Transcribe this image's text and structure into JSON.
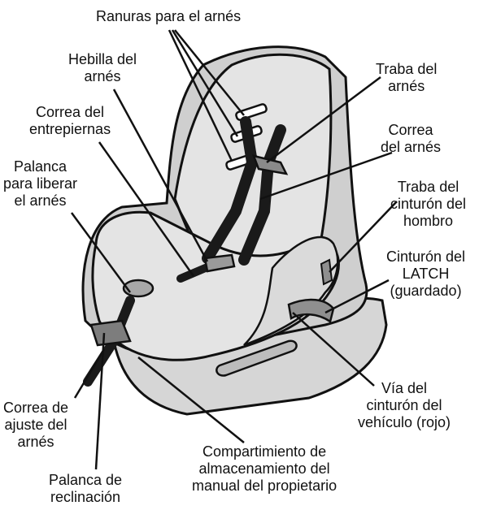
{
  "labels": {
    "harness_slots": [
      "Ranuras para el arnés"
    ],
    "harness_buckle": [
      "Hebilla del",
      "arnés"
    ],
    "crotch_strap": [
      "Correa del",
      "entrepiernas"
    ],
    "harness_release_lever": [
      "Palanca",
      "para liberar",
      "el arnés"
    ],
    "adjuster_strap": [
      "Correa de",
      "ajuste del",
      "arnés"
    ],
    "recline_lever": [
      "Palanca de",
      "reclinación"
    ],
    "manual_storage": [
      "Compartimiento de",
      "almacenamiento del",
      "manual del propietario"
    ],
    "belt_path": [
      "Vía del",
      "cinturón del",
      "vehículo (rojo)"
    ],
    "latch_strap": [
      "Cinturón del",
      "LATCH",
      "(guardado)"
    ],
    "shoulder_belt_lock": [
      "Traba del",
      "cinturón del",
      "hombro"
    ],
    "harness_strap": [
      "Correa",
      "del arnés"
    ],
    "harness_clip": [
      "Traba del",
      "arnés"
    ]
  },
  "colors": {
    "seat_fill": "#e4e4e4",
    "seat_shade": "#c9c9c9",
    "base_fill": "#d6d6d6",
    "strap": "#1a1a1a",
    "outline": "#111111"
  }
}
